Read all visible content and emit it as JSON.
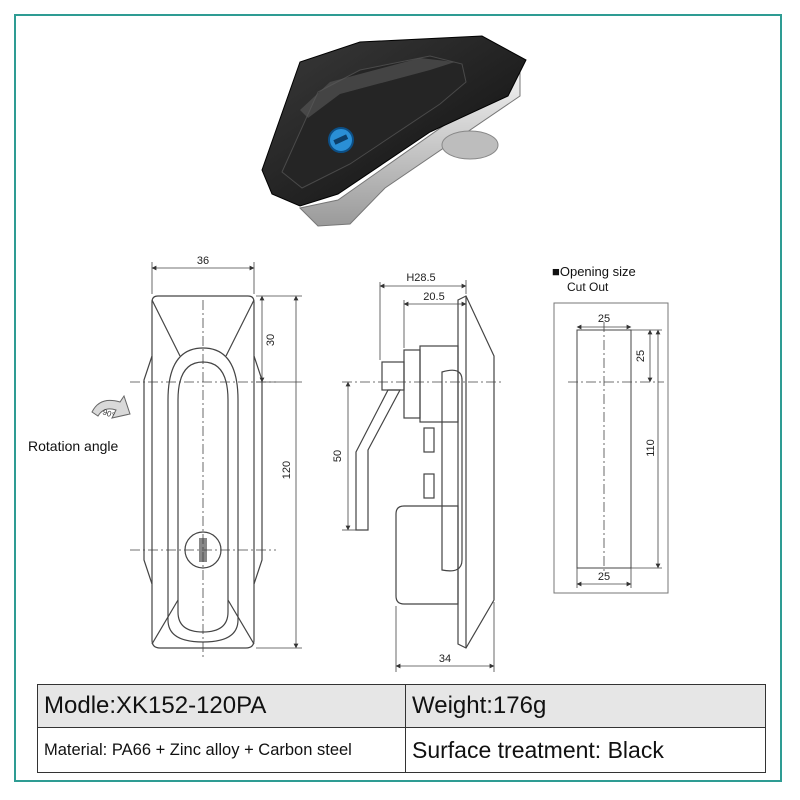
{
  "colors": {
    "frame_border": "#2e9c93",
    "table_header_bg": "#e6e6e6",
    "key_blue": "#2a8fd6",
    "latch_black": "#1c1c1c"
  },
  "front_view": {
    "width_dim": "36",
    "top_dim": "30",
    "height_dim": "120",
    "rotation_icon_text": "90°",
    "rotation_label": "Rotation angle"
  },
  "side_view": {
    "total_depth_dim": "H28.5",
    "depth_dim": "20.5",
    "cam_dim": "50",
    "bottom_dim": "34"
  },
  "cutout": {
    "title": "■Opening size",
    "subtitle": "Cut Out",
    "top_width_dim": "25",
    "offset_dim": "25",
    "height_dim": "110",
    "bottom_width_dim": "25"
  },
  "specs": {
    "model": "Modle:XK152-120PA",
    "weight": "Weight:176g",
    "material": "Material: PA66 + Zinc alloy + Carbon steel",
    "surface": "Surface treatment: Black"
  }
}
